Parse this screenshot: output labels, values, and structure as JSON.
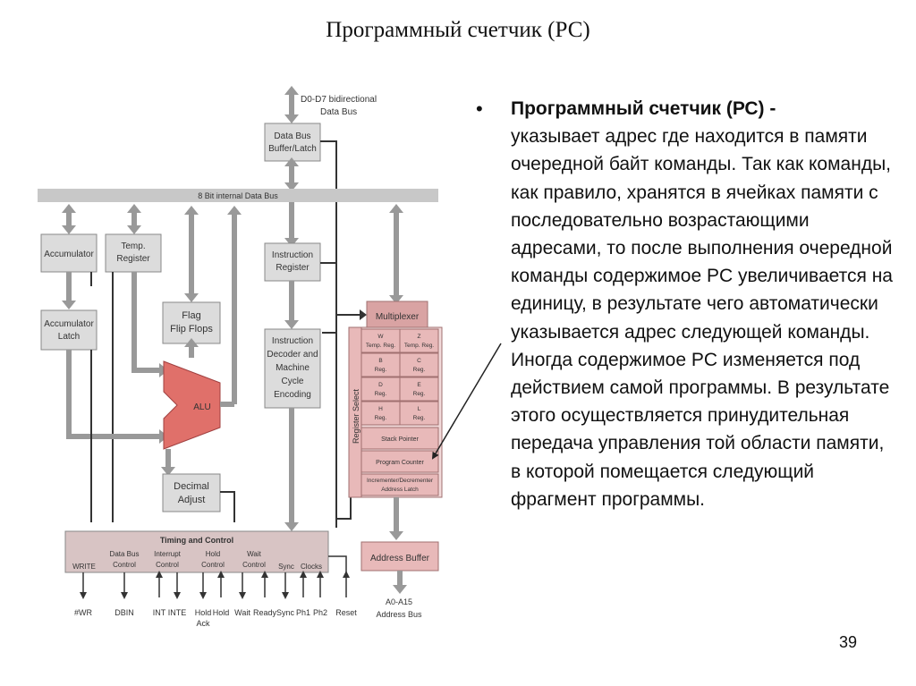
{
  "slide": {
    "title": "Программный счетчик (РС)",
    "page_number": "39",
    "bullet_marker": "•",
    "bullet_term": "Программный счетчик (РС) -",
    "bullet_body": "указывает адрес где находится в памяти очередной байт команды. Так как команды, как правило, хранятся в ячейках памяти с последовательно возрастающими адресами, то после выполнения очередной команды содержимое PC увеличивается на единицу, в результате чего автоматически указывается адрес следующей команды. Иногда содержимое PC изменяется под действием самой программы. В результате этого осуществляется принудительная передача управления той области памяти, в которой помещается следующий фрагмент программы."
  },
  "diagram": {
    "colors": {
      "block_gray": "#dcdcdc",
      "pink": "#e8b9b9",
      "pink_dark": "#d9a3a3",
      "alu_red": "#e0706a",
      "bus": "#c8c8c8",
      "arrow": "#888888"
    },
    "data_bus_top": [
      "D0-D7 bidirectional",
      "Data Bus"
    ],
    "data_bus_buffer": [
      "Data Bus",
      "Buffer/Latch"
    ],
    "internal_bus": "8 Bit internal Data Bus",
    "accumulator": "Accumulator",
    "temp_register": [
      "Temp.",
      "Register"
    ],
    "accumulator_latch": [
      "Accumulator",
      "Latch"
    ],
    "flag_flip_flops": [
      "Flag",
      "Flip Flops"
    ],
    "alu": "ALU",
    "decimal_adjust": [
      "Decimal",
      "Adjust"
    ],
    "instruction_register": [
      "Instruction",
      "Register"
    ],
    "instruction_decoder": [
      "Instruction",
      "Decoder and",
      "Machine",
      "Cycle",
      "Encoding"
    ],
    "multiplexer": "Multiplexer",
    "register_select": "Register Select",
    "reg_pairs": [
      {
        "left": [
          "W",
          "Temp. Reg."
        ],
        "right": [
          "Z",
          "Temp. Reg."
        ]
      },
      {
        "left": [
          "B",
          "Reg."
        ],
        "right": [
          "C",
          "Reg."
        ]
      },
      {
        "left": [
          "D",
          "Reg."
        ],
        "right": [
          "E",
          "Reg."
        ]
      },
      {
        "left": [
          "H",
          "Reg."
        ],
        "right": [
          "L",
          "Reg."
        ]
      }
    ],
    "stack_pointer": "Stack Pointer",
    "program_counter": "Program Counter",
    "inc_dec_latch": [
      "Incrementer/Decrementer",
      "Address Latch"
    ],
    "address_buffer": "Address Buffer",
    "address_bus": [
      "A0-A15",
      "Address Bus"
    ],
    "timing_control": "Timing and Control",
    "timing_groups": [
      [
        "WRITE"
      ],
      [
        "Data Bus",
        "Control"
      ],
      [
        "Interrupt",
        "Control"
      ],
      [
        "Hold",
        "Control"
      ],
      [
        "Wait",
        "Control"
      ],
      [
        "Sync"
      ],
      [
        "Clocks"
      ]
    ],
    "signals": [
      [
        "#WR"
      ],
      [
        "DBIN"
      ],
      [
        "INT"
      ],
      [
        "INTE"
      ],
      [
        "Hold",
        "Ack"
      ],
      [
        "Hold"
      ],
      [
        "Wait"
      ],
      [
        "Ready"
      ],
      [
        "Sync"
      ],
      [
        "Ph1"
      ],
      [
        "Ph2"
      ],
      [
        "Reset"
      ]
    ]
  }
}
